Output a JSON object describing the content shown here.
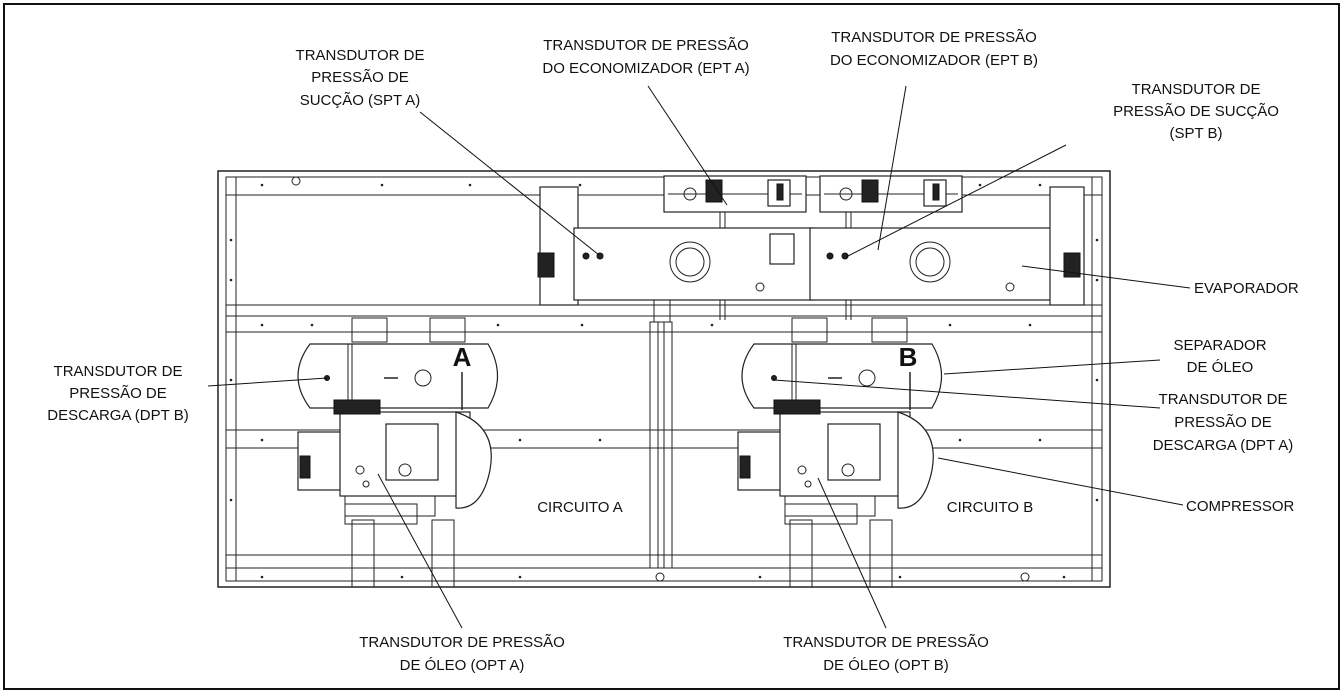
{
  "callouts": {
    "spt_a": [
      "TRANSDUTOR DE",
      "PRESSÃO DE",
      "SUCÇÃO (SPT A)"
    ],
    "ept_a": [
      "TRANSDUTOR DE PRESSÃO",
      "DO ECONOMIZADOR (EPT A)"
    ],
    "ept_b": [
      "TRANSDUTOR DE PRESSÃO",
      "DO ECONOMIZADOR (EPT B)"
    ],
    "spt_b": [
      "TRANSDUTOR DE",
      "PRESSÃO DE SUCÇÃO",
      "(SPT B)"
    ],
    "evaporador": [
      "EVAPORADOR"
    ],
    "dpt_b": [
      "TRANSDUTOR DE",
      "PRESSÃO DE",
      "DESCARGA (DPT B)"
    ],
    "separador": [
      "SEPARADOR",
      "DE ÓLEO"
    ],
    "dpt_a": [
      "TRANSDUTOR DE",
      "PRESSÃO DE",
      "DESCARGA (DPT A)"
    ],
    "compressor": [
      "COMPRESSOR"
    ],
    "opt_a": [
      "TRANSDUTOR DE PRESSÃO",
      "DE ÓLEO (OPT A)"
    ],
    "opt_b": [
      "TRANSDUTOR DE PRESSÃO",
      "DE ÓLEO (OPT B)"
    ]
  },
  "markers": {
    "a": "A",
    "b": "B"
  },
  "circuits": {
    "a": "CIRCUITO A",
    "b": "CIRCUITO B"
  }
}
